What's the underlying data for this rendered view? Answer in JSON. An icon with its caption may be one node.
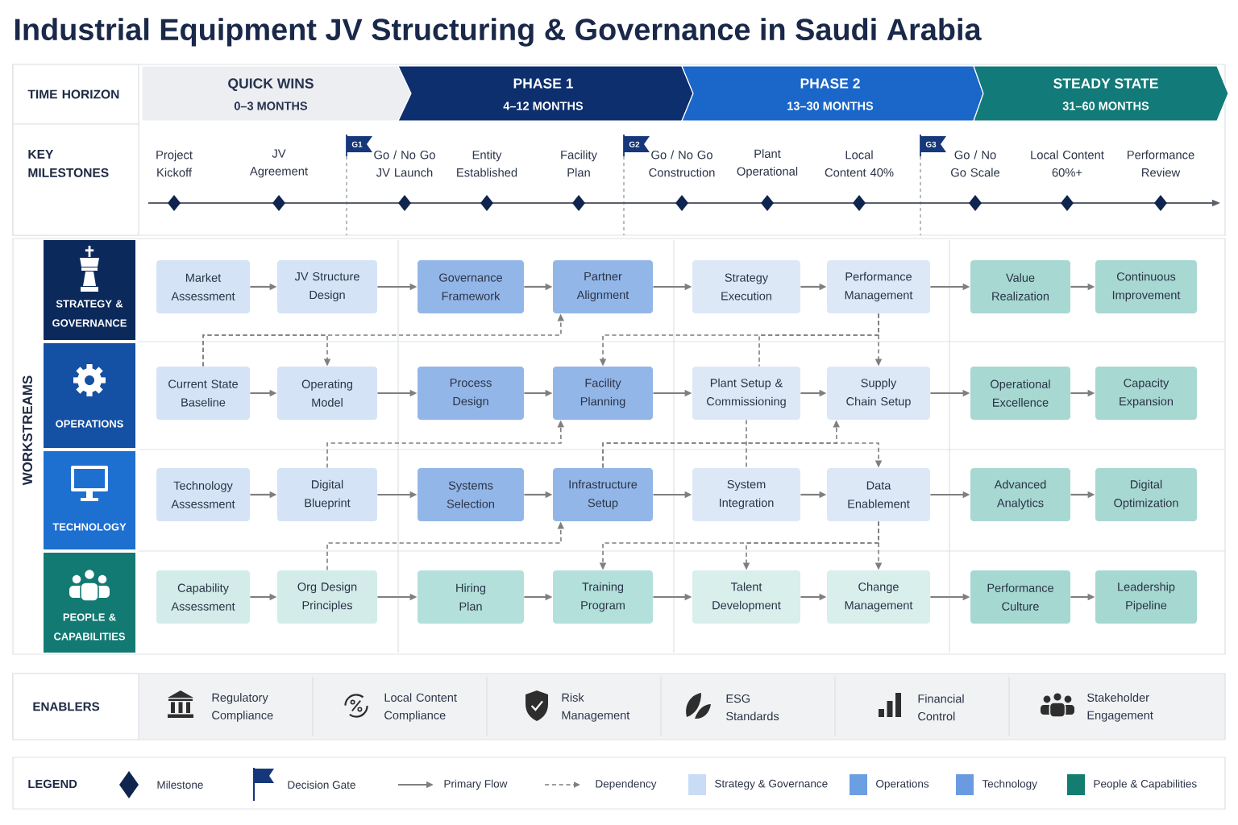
{
  "diagram": {
    "title": "Industrial Equipment JV Structuring & Governance in Saudi Arabia",
    "nodes": [
      {
        "text": [
          "QUICK WINS",
          "0–3 MONTHS"
        ]
      },
      {
        "text": [
          "PHASE 1",
          "4–12 MONTHS"
        ]
      },
      {
        "text": [
          "PHASE 2",
          "13–30 MONTHS"
        ]
      },
      {
        "text": [
          "STEADY STATE",
          "31–60 MONTHS"
        ]
      },
      {
        "text": [
          "G1"
        ]
      },
      {
        "text": [
          "G2"
        ]
      },
      {
        "text": [
          "G3"
        ]
      },
      {
        "text": [
          "STRATEGY & GOVERNANCE"
        ]
      },
      {
        "text": [
          "Market Assessment"
        ]
      },
      {
        "text": [
          "JV Structure Design"
        ]
      },
      {
        "text": [
          "Governance Framework"
        ]
      },
      {
        "text": [
          "Partner Alignment"
        ]
      },
      {
        "text": [
          "Strategy Execution"
        ]
      },
      {
        "text": [
          "Performance Management"
        ]
      },
      {
        "text": [
          "Value Realization"
        ]
      },
      {
        "text": [
          "Continuous Improvement"
        ]
      },
      {
        "text": [
          "OPERATIONS"
        ]
      },
      {
        "text": [
          "Current State Baseline"
        ]
      },
      {
        "text": [
          "Operating Model"
        ]
      },
      {
        "text": [
          "Process Design"
        ]
      },
      {
        "text": [
          "Facility Planning"
        ]
      },
      {
        "text": [
          "Plant Setup & Commissioning"
        ]
      },
      {
        "text": [
          "Supply Chain Setup"
        ]
      },
      {
        "text": [
          "Operational Excellence"
        ]
      },
      {
        "text": [
          "Capacity Expansion"
        ]
      },
      {
        "text": [
          "TECHNOLOGY"
        ]
      },
      {
        "text": [
          "Technology Assessment"
        ]
      },
      {
        "text": [
          "Digital Blueprint"
        ]
      },
      {
        "text": [
          "Systems Selection"
        ]
      },
      {
        "text": [
          "Infrastructure Setup"
        ]
      },
      {
        "text": [
          "System Integration"
        ]
      },
      {
        "text": [
          "Data Enablement"
        ]
      },
      {
        "text": [
          "Advanced Analytics"
        ]
      },
      {
        "text": [
          "Digital Optimization"
        ]
      },
      {
        "text": [
          "PEOPLE & CAPABILITIES"
        ]
      },
      {
        "text": [
          "Capability Assessment"
        ]
      },
      {
        "text": [
          "Org Design Principles"
        ]
      },
      {
        "text": [
          "Hiring Plan"
        ]
      },
      {
        "text": [
          "Training Program"
        ]
      },
      {
        "text": [
          "Talent Development"
        ]
      },
      {
        "text": [
          "Change Management"
        ]
      },
      {
        "text": [
          "Performance Culture"
        ]
      },
      {
        "text": [
          "Leadership Pipeline"
        ]
      }
    ],
    "edges": [
      {
        "from": 8,
        "to": 9,
        "arrow": "to"
      },
      {
        "from": 9,
        "to": 10,
        "arrow": "to"
      },
      {
        "from": 10,
        "to": 11,
        "arrow": "to"
      },
      {
        "from": 11,
        "to": 12,
        "arrow": "to"
      },
      {
        "from": 12,
        "to": 13,
        "arrow": "to"
      },
      {
        "from": 13,
        "to": 14,
        "arrow": "to"
      },
      {
        "from": 14,
        "to": 15,
        "arrow": "to"
      },
      {
        "from": 17,
        "to": 18,
        "arrow": "to"
      },
      {
        "from": 18,
        "to": 19,
        "arrow": "to"
      },
      {
        "from": 19,
        "to": 20,
        "arrow": "to"
      },
      {
        "from": 20,
        "to": 21,
        "arrow": "to"
      },
      {
        "from": 21,
        "to": 22,
        "arrow": "to"
      },
      {
        "from": 22,
        "to": 23,
        "arrow": "to"
      },
      {
        "from": 23,
        "to": 24,
        "arrow": "to"
      },
      {
        "from": 26,
        "to": 27,
        "arrow": "to"
      },
      {
        "from": 27,
        "to": 28,
        "arrow": "to"
      },
      {
        "from": 28,
        "to": 29,
        "arrow": "to"
      },
      {
        "from": 29,
        "to": 30,
        "arrow": "to"
      },
      {
        "from": 30,
        "to": 31,
        "arrow": "to"
      },
      {
        "from": 31,
        "to": 32,
        "arrow": "to"
      },
      {
        "from": 32,
        "to": 33,
        "arrow": "to"
      },
      {
        "from": 35,
        "to": 36,
        "arrow": "to"
      },
      {
        "from": 36,
        "to": 37,
        "arrow": "to"
      },
      {
        "from": 37,
        "to": 38,
        "arrow": "to"
      },
      {
        "from": 38,
        "to": 39,
        "arrow": "to"
      },
      {
        "from": 39,
        "to": 40,
        "arrow": "to"
      },
      {
        "from": 40,
        "to": 41,
        "arrow": "to"
      },
      {
        "from": 41,
        "to": 42,
        "arrow": "to"
      },
      {
        "from": 17,
        "to": 18,
        "arrow": "to",
        "style": "dashed"
      },
      {
        "from": 17,
        "to": 11,
        "arrow": "to",
        "style": "dashed"
      },
      {
        "from": 13,
        "to": 20,
        "arrow": "to",
        "style": "dashed"
      },
      {
        "from": 13,
        "to": 21,
        "arrow": "none",
        "style": "dashed"
      },
      {
        "from": 13,
        "to": 22,
        "arrow": "to",
        "style": "dashed"
      },
      {
        "from": 21,
        "to": 30,
        "arrow": "none",
        "style": "dashed"
      },
      {
        "from": 27,
        "to": 20,
        "arrow": "to",
        "style": "dashed"
      },
      {
        "from": 29,
        "to": 31,
        "arrow": "to",
        "style": "dashed"
      },
      {
        "from": 29,
        "to": 22,
        "arrow": "to",
        "style": "dashed"
      },
      {
        "from": 36,
        "to": 29,
        "arrow": "to",
        "style": "dashed"
      },
      {
        "from": 31,
        "to": 38,
        "arrow": "to",
        "style": "dashed"
      },
      {
        "from": 31,
        "to": 39,
        "arrow": "to",
        "style": "dashed"
      },
      {
        "from": 31,
        "to": 40,
        "arrow": "to",
        "style": "dashed"
      }
    ],
    "labels": [
      "TIME HORIZON",
      "KEY MILESTONES",
      "Project Kickoff",
      "JV Agreement",
      "Go / No Go JV Launch",
      "Entity Established",
      "Facility Plan",
      "Go / No Go Construction",
      "Plant Operational",
      "Local Content 40%",
      "Go / No Go Scale",
      "Local Content 60%+",
      "Performance Review",
      "WORKSTREAMS",
      "ENABLERS",
      "Regulatory Compliance",
      "Local Content Compliance",
      "Risk Management",
      "ESG Standards",
      "Financial Control",
      "Stakeholder Engagement",
      "LEGEND"
    ],
    "legend": [
      {
        "text": "Milestone"
      },
      {
        "text": "Decision Gate"
      },
      {
        "text": "Primary Flow"
      },
      {
        "text": "Dependency"
      },
      {
        "text": "Strategy & Governance",
        "color": "#c9dcf5"
      },
      {
        "text": "Operations",
        "color": "#6c9ee2"
      },
      {
        "text": "Technology",
        "color": "#6a9be0"
      },
      {
        "text": "People & Capabilities",
        "color": "#137d72"
      }
    ]
  }
}
